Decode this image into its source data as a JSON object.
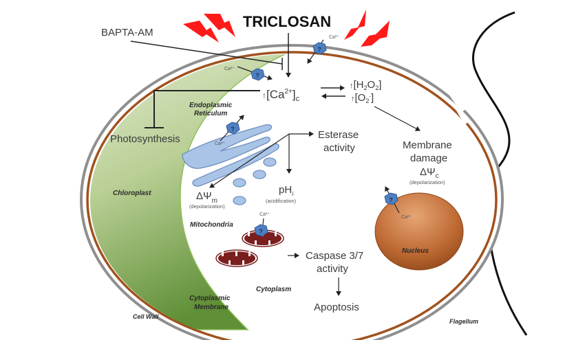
{
  "title": "TRICLOSAN",
  "inhibitor": "BAPTA-AM",
  "calcium": {
    "arrow": "↑",
    "main": "[Ca",
    "superscript": "2+",
    "close": "]",
    "subscript": "c"
  },
  "ros": {
    "h2o2": {
      "arrow": "↑",
      "open": "[H",
      "sub1": "2",
      "mid": "O",
      "sub2": "2",
      "close": "]"
    },
    "o2": {
      "arrow": "↑",
      "open": "[O",
      "sub": "2",
      "sup": "-",
      "close": "]"
    }
  },
  "effects": {
    "photosynthesis": "Photosynthesis",
    "esterase_line1": "Esterase",
    "esterase_line2": "activity",
    "membrane_damage_line1": "Membrane",
    "membrane_damage_line2": "damage",
    "delta_psi_c": "ΔΨ",
    "delta_psi_c_sub": "c",
    "delta_psi_c_note": "(depolarization)",
    "delta_psi_m": "ΔΨ",
    "delta_psi_m_sub": "m",
    "delta_psi_m_note": "(depolarization)",
    "ph": "pH",
    "ph_sub": "i",
    "ph_note": "(acidification)",
    "caspase_line1": "Caspase 3/7",
    "caspase_line2": "activity",
    "apoptosis": "Apoptosis"
  },
  "organelles": {
    "er_line1": "Endoplasmic",
    "er_line2": "Reticulum",
    "chloroplast": "Chloroplast",
    "mitochondria": "Mitochondria",
    "cytoplasm": "Cytoplasm",
    "cytoplasmic_membrane_line1": "Cytoplasmic",
    "cytoplasmic_membrane_line2": "Membrane",
    "cell_wall": "Cell Wall",
    "nucleus": "Nucleus",
    "flagellum": "Flagellum"
  },
  "channels": {
    "symbol": "?",
    "ion_label": "Ca²⁺"
  },
  "colors": {
    "cell_wall": "#8c8c8c",
    "membrane": "#a0521e",
    "chloroplast_light": "#dce8c8",
    "chloroplast_dark": "#6f9a45",
    "er": "#a9c4e6",
    "channel": "#4f7fc0",
    "mitochondria": "#7a1e1e",
    "nucleus": "#b8622a",
    "stress_bolt": "#ff1a1a"
  }
}
